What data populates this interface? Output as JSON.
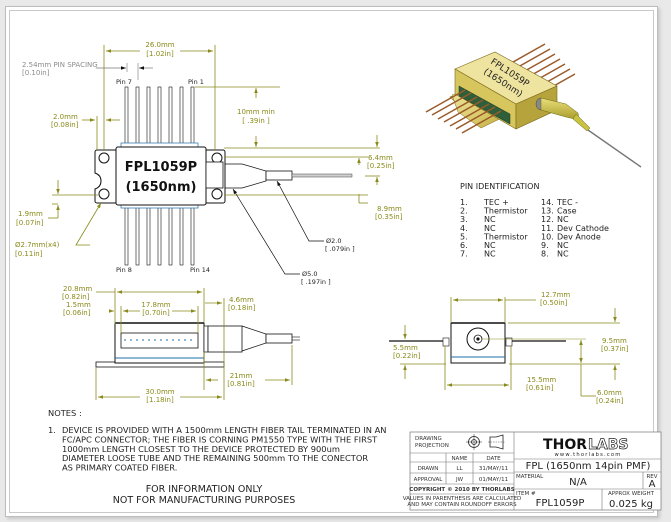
{
  "part": {
    "label_line1": "FPL1059P",
    "label_line2": "(1650nm)"
  },
  "top_view": {
    "width_dim": {
      "mm": "26.0mm",
      "in": "[1.02in]"
    },
    "pin_spacing": {
      "mm": "2.54mm PIN SPACING",
      "in": "[0.10in]"
    },
    "edge_dim": {
      "mm": "2.0mm",
      "in": "[0.08in]"
    },
    "hole_offset": {
      "mm": "1.9mm",
      "in": "[0.07in]"
    },
    "hole_dia": {
      "mm": "Ø2.7mm(x4)",
      "in": "[0.11in]"
    },
    "lead_min": {
      "mm": "10mm min",
      "in": "[ .39in ]"
    },
    "fiber_offset": {
      "mm": "6.4mm",
      "in": "[0.25in]"
    },
    "body_half": {
      "mm": "8.9mm",
      "in": "[0.35in]"
    },
    "tube_small": {
      "mm": "Ø2.0",
      "in": "[ .079in ]"
    },
    "tube_large": {
      "mm": "Ø5.0",
      "in": "[ .197in ]"
    },
    "pin_labels": {
      "pin7": "Pin 7",
      "pin1": "Pin 1",
      "pin8": "Pin 8",
      "pin14": "Pin 14"
    }
  },
  "side_view": {
    "body_len": {
      "mm": "20.8mm",
      "in": "[0.82in]"
    },
    "inset": {
      "mm": "1.5mm",
      "in": "[0.06in]"
    },
    "window": {
      "mm": "17.8mm",
      "in": "[0.70in]"
    },
    "nose": {
      "mm": "4.6mm",
      "in": "[0.18in]"
    },
    "boot": {
      "mm": "21mm",
      "in": "[0.81in]"
    },
    "base_len": {
      "mm": "30.0mm",
      "in": "[1.18in]"
    }
  },
  "end_view": {
    "width": {
      "mm": "12.7mm",
      "in": "[0.50in]"
    },
    "pin_height": {
      "mm": "5.5mm",
      "in": "[0.22in]"
    },
    "height": {
      "mm": "9.5mm",
      "in": "[0.37in]"
    },
    "flange": {
      "mm": "15.5mm",
      "in": "[0.61in]"
    },
    "fiber_height": {
      "mm": "6.0mm",
      "in": "[0.24in]"
    }
  },
  "pin_identification": {
    "title": "PIN IDENTIFICATION",
    "left": [
      {
        "num": "1.",
        "name": "TEC +"
      },
      {
        "num": "2.",
        "name": "Thermistor"
      },
      {
        "num": "3.",
        "name": "NC"
      },
      {
        "num": "4.",
        "name": "NC"
      },
      {
        "num": "5.",
        "name": "Thermistor"
      },
      {
        "num": "6.",
        "name": "NC"
      },
      {
        "num": "7.",
        "name": "NC"
      }
    ],
    "right": [
      {
        "num": "14.",
        "name": "TEC -"
      },
      {
        "num": "13.",
        "name": "Case"
      },
      {
        "num": "12.",
        "name": "NC"
      },
      {
        "num": "11.",
        "name": "Dev Cathode"
      },
      {
        "num": "10.",
        "name": "Dev Anode"
      },
      {
        "num": "9.",
        "name": "NC"
      },
      {
        "num": "8.",
        "name": "NC"
      }
    ]
  },
  "notes": {
    "title": "NOTES :",
    "item_num": "1.",
    "lines": [
      "DEVICE IS PROVIDED WITH A 1500mm LENGTH FIBER TAIL TERMINATED IN AN",
      "FC/APC CONNECTOR; THE FIBER IS CORNING PM1550 TYPE WITH THE FIRST",
      "1000mm LENGTH CLOSEST TO THE DEVICE PROTECTED BY 900um",
      "DIAMETER LOOSE TUBE AND THE REMAINING 500mm TO THE CONECTOR",
      "AS PRIMARY COATED FIBER."
    ],
    "info_line1": "FOR INFORMATION ONLY",
    "info_line2": "NOT FOR MANUFACTURING PURPOSES"
  },
  "title_block": {
    "projection_label1": "DRAWING",
    "projection_label2": "PROJECTION",
    "col_name": "NAME",
    "col_date": "DATE",
    "drawn_label": "DRAWN",
    "drawn_name": "LL",
    "drawn_date": "31/MAY/11",
    "approval_label": "APPROVAL",
    "approval_name": "JW",
    "approval_date": "01/MAY/11",
    "copyright": "COPYRIGHT © 2010 BY THORLABS",
    "values_note1": "VALUES IN PARENTHESIS ARE CALCULATED",
    "values_note2": "AND MAY CONTAIN ROUNDOFF ERRORS",
    "logo_bold": "THOR",
    "logo_outline": "LABS",
    "website": "www.thorlabs.com",
    "description": "FPL (1650nm 14pin PMF)",
    "material_label": "MATERIAL",
    "material": "N/A",
    "rev_label": "REV",
    "rev": "A",
    "item_label": "ITEM #",
    "item": "FPL1059P",
    "weight_label": "APPROX WEIGHT",
    "weight": "0.025 kg"
  },
  "render3d": {
    "label1": "FPL1059P",
    "label2": "(1650nm)"
  }
}
